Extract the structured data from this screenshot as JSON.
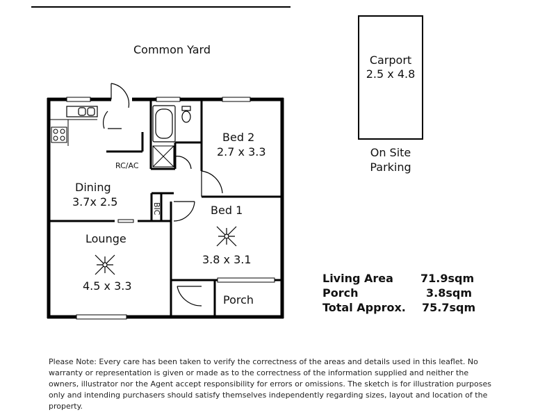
{
  "labels": {
    "common_yard": "Common Yard",
    "carport_name": "Carport",
    "carport_size": "2.5 x 4.8",
    "parking_line1": "On Site",
    "parking_line2": "Parking",
    "bed2_name": "Bed 2",
    "bed2_size": "2.7 x 3.3",
    "rcac": "RC/AC",
    "dining_name": "Dining",
    "dining_size": "3.7x 2.5",
    "bic": "BIC",
    "bed1_name": "Bed 1",
    "bed1_size": "3.8 x 3.1",
    "lounge_name": "Lounge",
    "lounge_size": "4.5 x 3.3",
    "porch": "Porch"
  },
  "areas": [
    {
      "label": "Living Area",
      "value": "71.9sqm"
    },
    {
      "label": "Porch",
      "value": "3.8sqm"
    },
    {
      "label": "Total Approx.",
      "value": "75.7sqm"
    }
  ],
  "disclaimer": "Please Note: Every care has been taken to verify the correctness of the areas and details used in this leaflet. No warranty or representation is given or made as to the correctness of the information supplied and neither the owners, illustrator nor the Agent accept responsibility for errors or omissions. The sketch is for illustration purposes only and intending purchasers should satisfy themselves independently regarding sizes, layout and location of the property."
}
